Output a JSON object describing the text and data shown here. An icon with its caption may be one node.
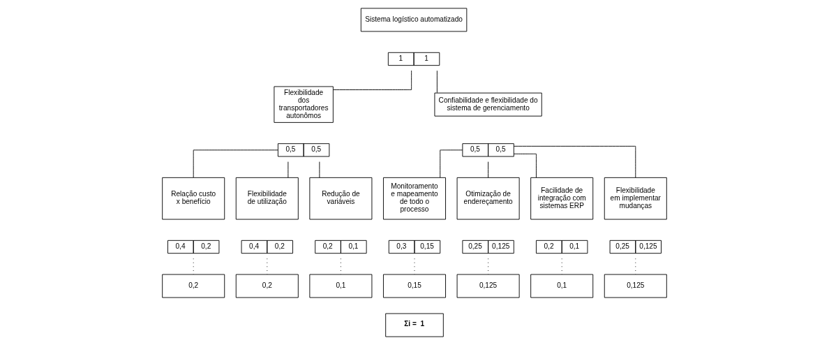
{
  "diagram": {
    "nodes": [
      {
        "text": [
          "Sistema logístico automatizado"
        ]
      },
      {
        "text": [
          "1",
          "1"
        ]
      },
      {
        "text": [
          "Flexibilidade dos transportadores autonômos"
        ]
      },
      {
        "text": [
          "0,5",
          "0,5"
        ]
      },
      {
        "text": [
          "Confiabilidade e flexibilidade do sistema de gerenciamento"
        ]
      },
      {
        "text": [
          "0,5",
          "0,5"
        ]
      },
      {
        "text": [
          "Relação custo x benefício"
        ]
      },
      {
        "text": [
          "0,4",
          "0,2"
        ]
      },
      {
        "text": [
          "0,2"
        ]
      },
      {
        "text": [
          "Flexibilidade de utilização"
        ]
      },
      {
        "text": [
          "0,4",
          "0,2"
        ]
      },
      {
        "text": [
          "0,2"
        ]
      },
      {
        "text": [
          "Redução de variáveis"
        ]
      },
      {
        "text": [
          "0,2",
          "0,1"
        ]
      },
      {
        "text": [
          "0,1"
        ]
      },
      {
        "text": [
          "Monitoramento e mapeamento de todo o processo"
        ]
      },
      {
        "text": [
          "0,3",
          "0,15"
        ]
      },
      {
        "text": [
          "0,15"
        ]
      },
      {
        "text": [
          "Otimização de endereçamento"
        ]
      },
      {
        "text": [
          "0,25",
          "0,125"
        ]
      },
      {
        "text": [
          "0,125"
        ]
      },
      {
        "text": [
          "Facilidade de integração com sistemas ERP"
        ]
      },
      {
        "text": [
          "0,2",
          "0,1"
        ]
      },
      {
        "text": [
          "0,1"
        ]
      },
      {
        "text": [
          "Flexibilidade em implementar mudanças"
        ]
      },
      {
        "text": [
          "0,25",
          "0,125"
        ]
      },
      {
        "text": [
          "0,125"
        ]
      },
      {
        "text": [
          "Σi =  1"
        ]
      }
    ],
    "edges": [
      {
        "from": 1,
        "to": 2,
        "arrow": "none"
      },
      {
        "from": 1,
        "to": 4,
        "arrow": "none"
      },
      {
        "from": 3,
        "to": 6,
        "arrow": "none"
      },
      {
        "from": 3,
        "to": 9,
        "arrow": "none"
      },
      {
        "from": 3,
        "to": 12,
        "arrow": "none"
      },
      {
        "from": 5,
        "to": 15,
        "arrow": "none"
      },
      {
        "from": 5,
        "to": 18,
        "arrow": "none"
      },
      {
        "from": 5,
        "to": 21,
        "arrow": "none"
      },
      {
        "from": 5,
        "to": 24,
        "arrow": "none"
      },
      {
        "from": 7,
        "to": 8,
        "arrow": "none",
        "style": "dashed"
      },
      {
        "from": 10,
        "to": 11,
        "arrow": "none",
        "style": "dashed"
      },
      {
        "from": 13,
        "to": 14,
        "arrow": "none",
        "style": "dashed"
      },
      {
        "from": 16,
        "to": 17,
        "arrow": "none",
        "style": "dashed"
      },
      {
        "from": 19,
        "to": 20,
        "arrow": "none",
        "style": "dashed"
      },
      {
        "from": 22,
        "to": 23,
        "arrow": "none",
        "style": "dashed"
      },
      {
        "from": 25,
        "to": 26,
        "arrow": "none",
        "style": "dashed"
      }
    ]
  }
}
